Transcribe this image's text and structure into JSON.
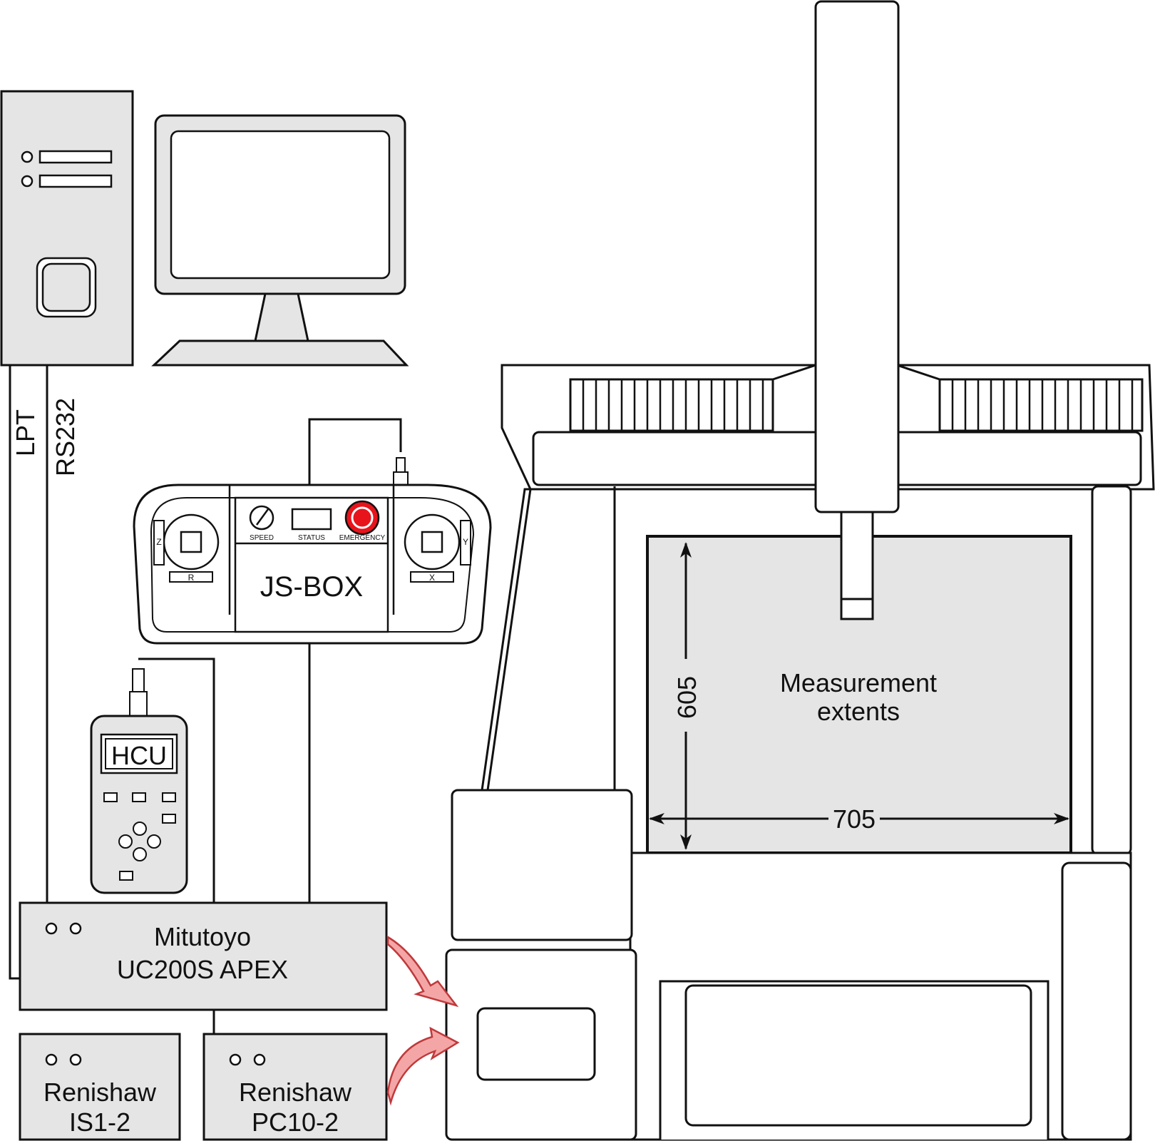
{
  "connections": {
    "lpt": "LPT",
    "rs232": "RS232"
  },
  "jsbox": {
    "title": "JS-BOX",
    "speed": "SPEED",
    "status": "STATUS",
    "emergency": "EMERGENCY",
    "left_axis": "Z",
    "left_label": "R",
    "right_axis": "Y",
    "right_label": "X"
  },
  "hcu": {
    "title": "HCU"
  },
  "controller": {
    "line1": "Mitutoyo",
    "line2": "UC200S APEX"
  },
  "is1": {
    "line1": "Renishaw",
    "line2": "IS1-2"
  },
  "pc10": {
    "line1": "Renishaw",
    "line2": "PC10-2"
  },
  "measurement": {
    "line1": "Measurement",
    "line2": "extents",
    "height": "605",
    "width": "705"
  },
  "colors": {
    "panel_fill": "#e5e5e5",
    "stroke": "#111111",
    "emergency_red": "#e8141c",
    "arrow_pink": "#f4a6a6",
    "arrow_stroke": "#c0393b"
  }
}
